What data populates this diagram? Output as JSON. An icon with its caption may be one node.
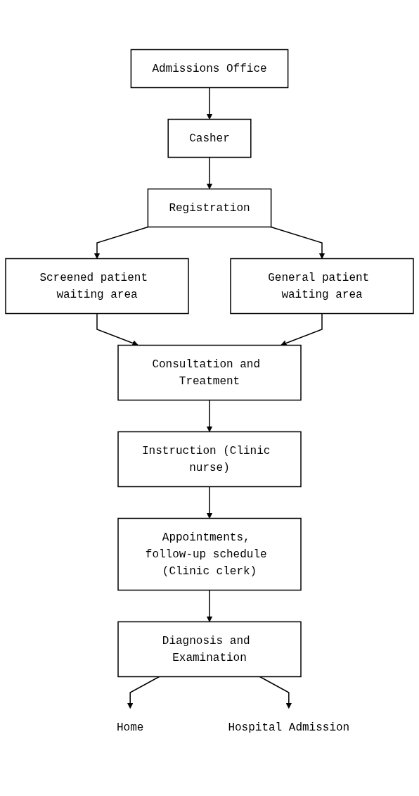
{
  "diagram": {
    "nodes": [
      {
        "text": [
          "Admissions Office"
        ]
      },
      {
        "text": [
          "Casher"
        ]
      },
      {
        "text": [
          "Registration"
        ]
      },
      {
        "text": [
          "Screened patient waiting area"
        ]
      },
      {
        "text": [
          "General patient waiting area"
        ]
      },
      {
        "text": [
          "Consultation and Treatment"
        ]
      },
      {
        "text": [
          "Instruction (Clinic nurse)"
        ]
      },
      {
        "text": [
          "Appointments, follow-up schedule (Clinic clerk)"
        ]
      },
      {
        "text": [
          "Diagnosis and Examination"
        ]
      },
      {
        "text": [
          "Home"
        ]
      },
      {
        "text": [
          "Hospital Admission"
        ]
      }
    ],
    "edges": [
      {
        "from": 0,
        "to": 1,
        "arrow": "to"
      },
      {
        "from": 1,
        "to": 2,
        "arrow": "to"
      },
      {
        "from": 2,
        "to": 3,
        "arrow": "to"
      },
      {
        "from": 2,
        "to": 4,
        "arrow": "to"
      },
      {
        "from": 3,
        "to": 5,
        "arrow": "to"
      },
      {
        "from": 4,
        "to": 5,
        "arrow": "to"
      },
      {
        "from": 5,
        "to": 6,
        "arrow": "to"
      },
      {
        "from": 6,
        "to": 7,
        "arrow": "to"
      },
      {
        "from": 7,
        "to": 8,
        "arrow": "to"
      },
      {
        "from": 8,
        "to": 9,
        "arrow": "to"
      },
      {
        "from": 8,
        "to": 10,
        "arrow": "to"
      }
    ]
  }
}
